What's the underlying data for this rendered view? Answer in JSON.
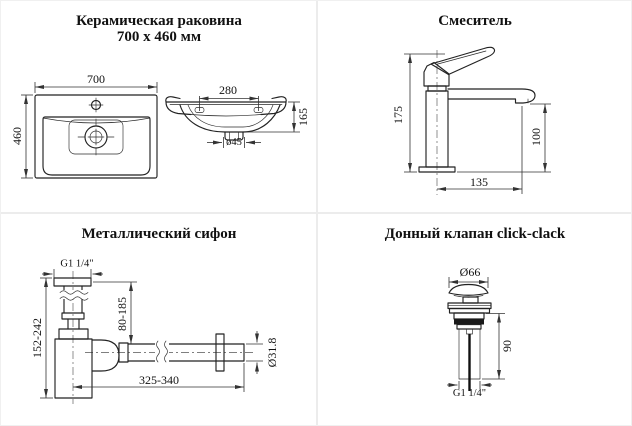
{
  "page": {
    "background": "#ffffff",
    "divider_color": "#ececec",
    "line_color": "#222222",
    "text_color": "#111111"
  },
  "sink": {
    "title_line1": "Керамическая раковина",
    "title_line2": "700 x 460 мм",
    "dims": {
      "width": "700",
      "depth": "460",
      "hole_span": "280",
      "height": "165",
      "drain_diameter": "ø45"
    }
  },
  "mixer": {
    "title": "Смеситель",
    "dims": {
      "total_height": "175",
      "spout_height": "100",
      "spout_reach": "135"
    }
  },
  "siphon": {
    "title": "Металлический сифон",
    "dims": {
      "thread": "G1 1/4\"",
      "height_range": "152-242",
      "inlet_range": "80-185",
      "length_range": "325-340",
      "pipe_diameter": "Ø31.8"
    }
  },
  "valve": {
    "title": "Донный клапан click-clack",
    "dims": {
      "cap_diameter": "Ø66",
      "height": "90",
      "thread": "G1 1/4\""
    }
  }
}
